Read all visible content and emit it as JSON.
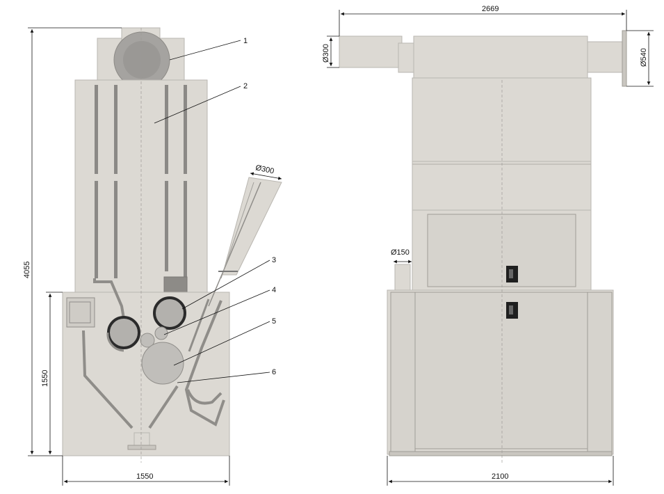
{
  "colors": {
    "body": "#dcd9d3",
    "panel": "#c9c6c0",
    "dark_parts": "#8d8b87",
    "roll_ring": "#2b2b2b",
    "lines": "#111111"
  },
  "left_view": {
    "dimensions": {
      "total_height": "4055",
      "lower_height": "1550",
      "width": "1550",
      "chute_diameter": "Ø300"
    },
    "callouts": [
      "1",
      "2",
      "3",
      "4",
      "5",
      "6"
    ]
  },
  "right_view": {
    "dimensions": {
      "total_width": "2669",
      "inlet_diameter": "Ø300",
      "outlet_diameter": "Ø540",
      "small_pipe_diameter": "Ø150",
      "base_width": "2100"
    }
  }
}
